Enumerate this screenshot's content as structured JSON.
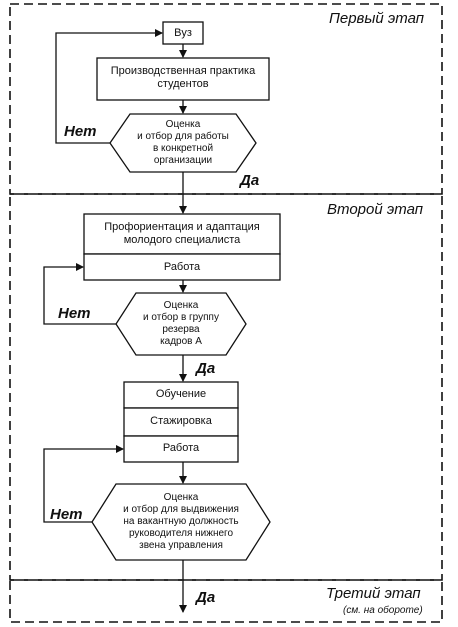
{
  "stages": {
    "stage1": "Первый этап",
    "stage2": "Второй этап",
    "stage3": "Третий этап",
    "stage3_note": "(см. на обороте)"
  },
  "nodes": {
    "university": "Вуз",
    "practice_line1": "Производственная практика",
    "practice_line2": "студентов",
    "decision1_line1": "Оценка",
    "decision1_line2": "и отбор для работы",
    "decision1_line3": "в конкретной",
    "decision1_line4": "организации",
    "orientation_line1": "Профориентация и адаптация",
    "orientation_line2": "молодого специалиста",
    "work1": "Работа",
    "decision2_line1": "Оценка",
    "decision2_line2": "и отбор в группу",
    "decision2_line3": "резерва",
    "decision2_line4": "кадров А",
    "training": "Обучение",
    "internship": "Стажировка",
    "work2": "Работа",
    "decision3_line1": "Оценка",
    "decision3_line2": "и отбор для выдвижения",
    "decision3_line3": "на вакантную должность",
    "decision3_line4": "руководителя нижнего",
    "decision3_line5": "звена управления"
  },
  "branches": {
    "no1": "Нет",
    "yes1": "Да",
    "no2": "Нет",
    "yes2": "Да",
    "no3": "Нет",
    "yes3": "Да"
  }
}
